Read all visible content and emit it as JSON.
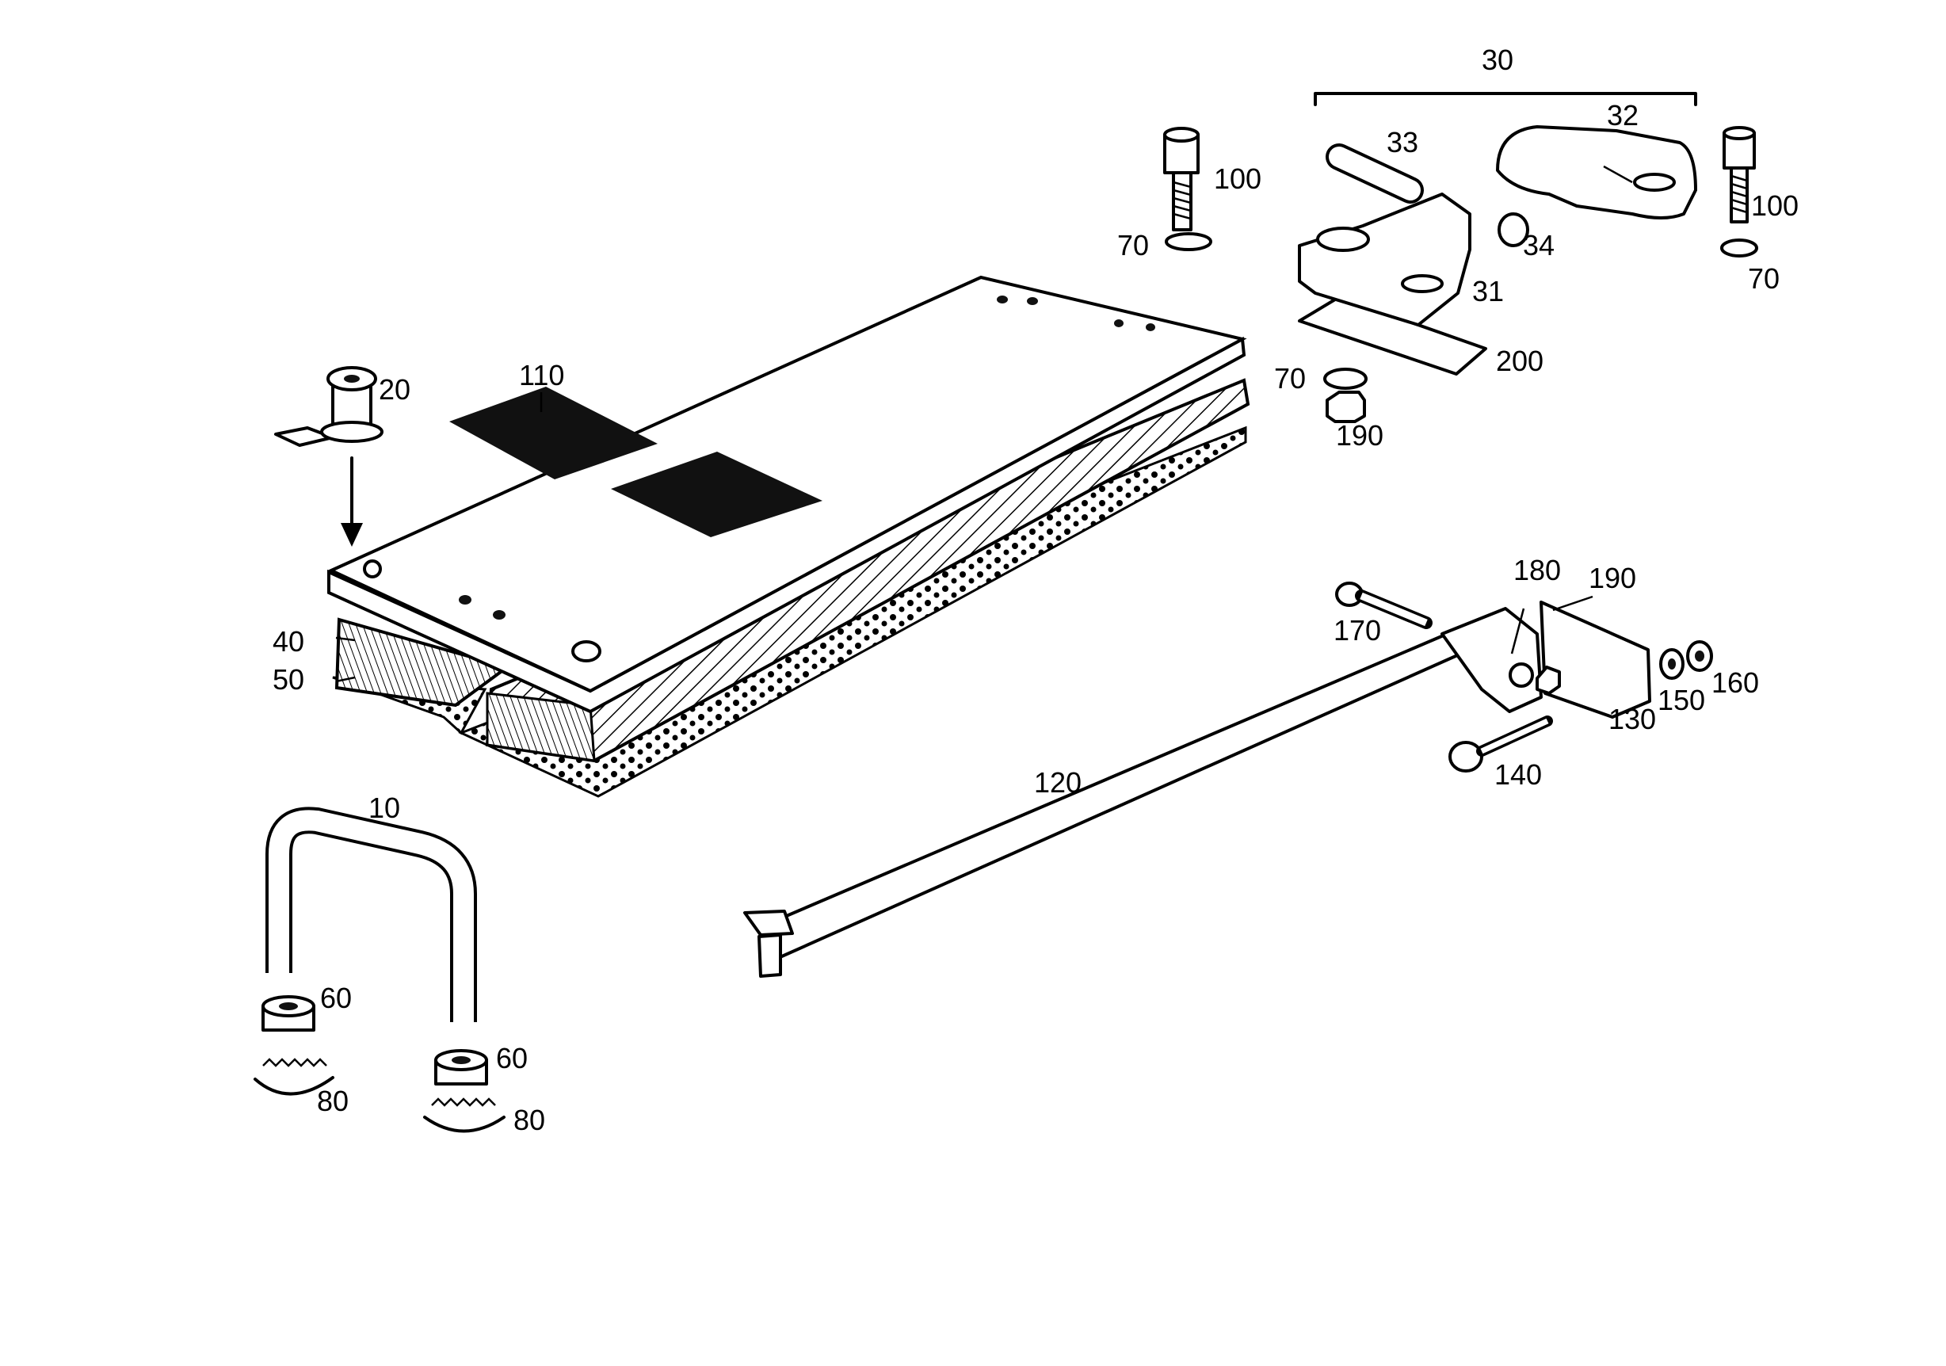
{
  "callouts": {
    "p10": "10",
    "p20": "20",
    "p30": "30",
    "p31": "31",
    "p32": "32",
    "p33": "33",
    "p34": "34",
    "p40": "40",
    "p50": "50",
    "p60a": "60",
    "p60b": "60",
    "p70a": "70",
    "p70b": "70",
    "p70c": "70",
    "p80a": "80",
    "p80b": "80",
    "p100a": "100",
    "p100b": "100",
    "p110": "110",
    "p120": "120",
    "p130": "130",
    "p140": "140",
    "p150": "150",
    "p160": "160",
    "p170": "170",
    "p180": "180",
    "p190a": "190",
    "p190b": "190",
    "p200": "200"
  },
  "colors": {
    "ink": "#000000",
    "paper": "#ffffff"
  }
}
